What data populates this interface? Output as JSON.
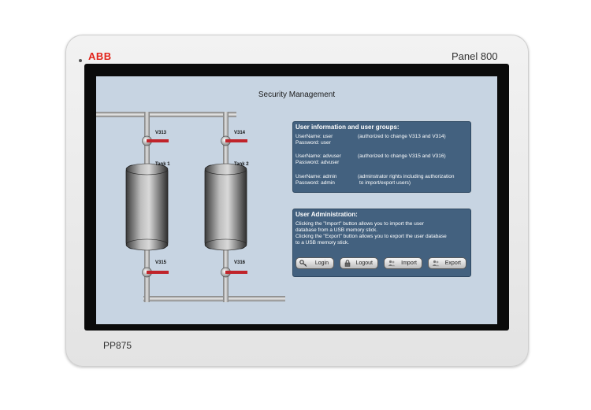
{
  "device": {
    "brand": "ABB",
    "model": "Panel 800",
    "model_code": "PP875"
  },
  "screen": {
    "title": "Security Management",
    "process": {
      "valves": [
        "V313",
        "V314",
        "V315",
        "V316"
      ],
      "tanks": [
        "Tank 1",
        "Tank 2"
      ]
    },
    "user_info": {
      "heading": "User information and user groups:",
      "groups": [
        {
          "line1": "UserName: user",
          "line2": "Password: user",
          "note1": "(authorized to change V313 and V314)",
          "note2": ""
        },
        {
          "line1": "UserName: advuser",
          "line2": "Password: advuser",
          "note1": "(authorized to change V315 and V316)",
          "note2": ""
        },
        {
          "line1": "UserName: admin",
          "line2": "Password: admin",
          "note1": "(adminstrator rights including authorization",
          "note2": "to import/export users)"
        }
      ]
    },
    "user_admin": {
      "heading": "User Administration:",
      "lines": [
        "Clicking the \"Import\" button allows you to import the user",
        "database from a USB memory stick.",
        "Clicking the \"Export\" button allows you to export the user database",
        "to a USB memory stick."
      ],
      "buttons": {
        "login": "Login",
        "logout": "Logout",
        "import": "Import",
        "export": "Export"
      }
    }
  },
  "colors": {
    "brand_red": "#e2231a",
    "screen_bg": "#c7d4e2",
    "panel_bg": "#43617f",
    "valve_handle": "#c0232a"
  },
  "icons": {
    "login": "key-icon",
    "logout": "padlock-icon",
    "import": "users-import-icon",
    "export": "users-export-icon"
  }
}
